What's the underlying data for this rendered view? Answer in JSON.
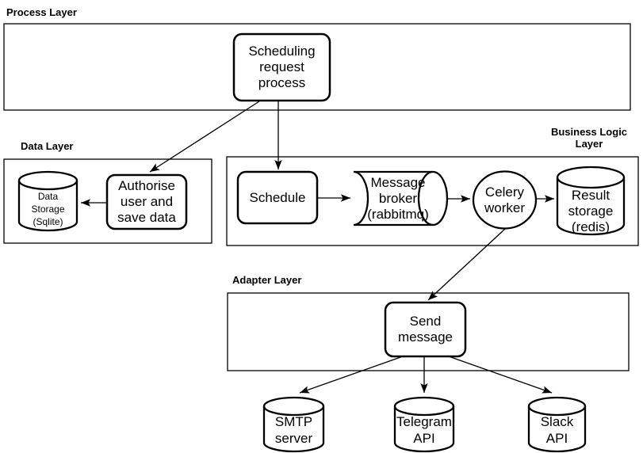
{
  "colors": {
    "stroke": "#000000",
    "background": "#ffffff"
  },
  "layers": {
    "process": {
      "label": "Process Layer"
    },
    "data": {
      "label": "Data Layer"
    },
    "business_logic": {
      "label": "Business Logic\nLayer"
    },
    "adapter": {
      "label": "Adapter Layer"
    }
  },
  "nodes": {
    "scheduling_request_process": {
      "label": "Scheduling\nrequest\nprocess",
      "shape": "rounded-rectangle"
    },
    "authorise_user_and_save_data": {
      "label": "Authorise\nuser and\nsave data",
      "shape": "rounded-rectangle"
    },
    "data_storage_sqlite": {
      "label": "Data\nStorage\n(Sqlite)",
      "shape": "cylinder"
    },
    "schedule": {
      "label": "Schedule",
      "shape": "rounded-rectangle"
    },
    "message_broker_rabbitmq": {
      "label": "Message\nbroker\n(rabbitmq)",
      "shape": "horizontal-cylinder"
    },
    "celery_worker": {
      "label": "Celery\nworker",
      "shape": "ellipse"
    },
    "result_storage_redis": {
      "label": "Result\nstorage\n(redis)",
      "shape": "cylinder"
    },
    "send_message": {
      "label": "Send\nmessage",
      "shape": "rounded-rectangle"
    },
    "smtp_server": {
      "label": "SMTP\nserver",
      "shape": "cylinder"
    },
    "telegram_api": {
      "label": "Telegram\nAPI",
      "shape": "cylinder"
    },
    "slack_api": {
      "label": "Slack\nAPI",
      "shape": "cylinder"
    }
  },
  "edges": [
    {
      "from": "scheduling_request_process",
      "to": "authorise_user_and_save_data"
    },
    {
      "from": "scheduling_request_process",
      "to": "schedule"
    },
    {
      "from": "authorise_user_and_save_data",
      "to": "data_storage_sqlite"
    },
    {
      "from": "schedule",
      "to": "message_broker_rabbitmq"
    },
    {
      "from": "message_broker_rabbitmq",
      "to": "celery_worker"
    },
    {
      "from": "celery_worker",
      "to": "result_storage_redis"
    },
    {
      "from": "celery_worker",
      "to": "send_message"
    },
    {
      "from": "send_message",
      "to": "smtp_server"
    },
    {
      "from": "send_message",
      "to": "telegram_api"
    },
    {
      "from": "send_message",
      "to": "slack_api"
    }
  ]
}
